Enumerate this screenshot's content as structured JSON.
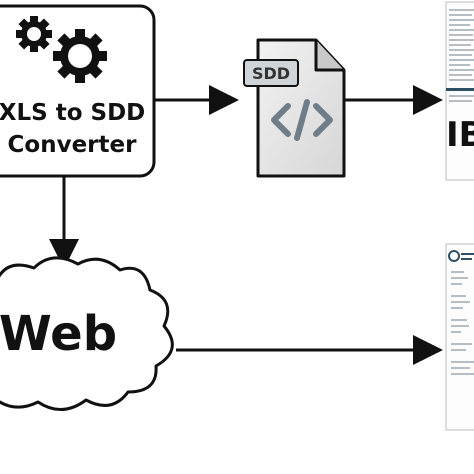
{
  "converter": {
    "line1": "XLS to SDD",
    "line2": "Converter",
    "icon": "gears-icon"
  },
  "sdd_file": {
    "badge": "SDD",
    "symbol": "</>",
    "icon": "code-file-icon"
  },
  "web": {
    "label": "Web",
    "icon": "cloud-shape"
  },
  "ib_output": {
    "label": "IB",
    "icon": "document-thumbnail"
  },
  "web_output": {
    "icon": "web-page-thumbnail"
  },
  "colors": {
    "stroke": "#111111",
    "file_body": "#e4e4e4",
    "file_badge": "#cfd4d8",
    "code_symbol": "#6f7d88",
    "thumb_text": "#6a7f8c",
    "thumb_band": "#2e4f66"
  }
}
